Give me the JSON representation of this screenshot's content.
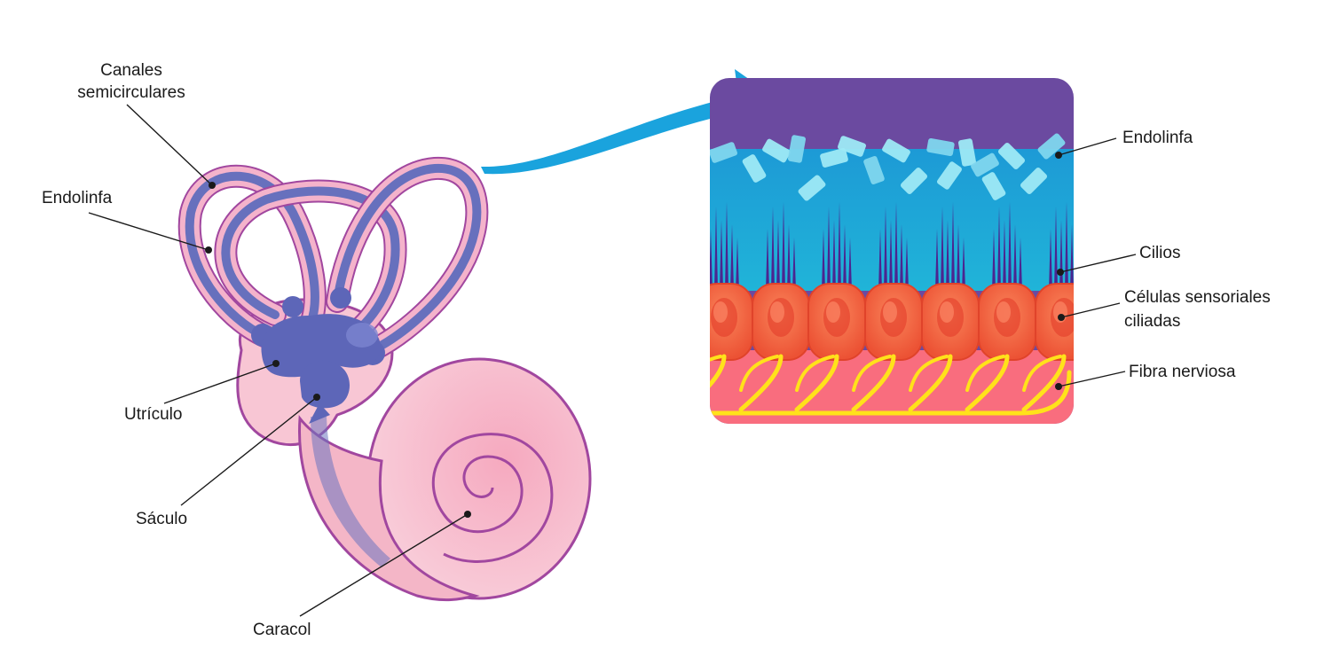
{
  "labels": {
    "canales_line1": "Canales",
    "canales_line2": "semicirculares",
    "endolinfa_left": "Endolinfa",
    "utriculo": "Utrículo",
    "saculo": "Sáculo",
    "caracol": "Caracol",
    "endolinfa_right": "Endolinfa",
    "cilios": "Cilios",
    "celulas_line1": "Células sensoriales",
    "celulas_line2": "ciliadas",
    "fibra": "Fibra nerviosa"
  },
  "colors": {
    "endolymph_purple": "#6b4aa0",
    "fluid_blue": "#19a6d6",
    "crystal_light": "#9ee9f5",
    "cilia": "#4b2590",
    "cell_orange": "#f46a45",
    "nerve_yellow": "#ffe21a",
    "base_pink": "#f96d7e",
    "ear_pink": "#f7c2d0",
    "ear_outline": "#a1479f",
    "vestibule_blue": "#5d66b8",
    "arrow_blue": "#1aa3dd"
  }
}
